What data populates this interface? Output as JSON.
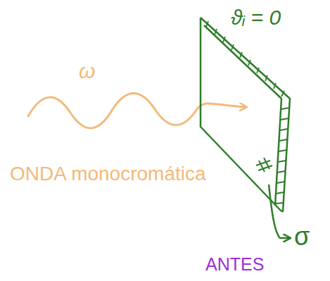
{
  "diagram": {
    "labels": [
      "ω",
      "ONDA monocromática",
      "ϑᵢ = 0",
      "σ",
      "ANTES"
    ]
  }
}
